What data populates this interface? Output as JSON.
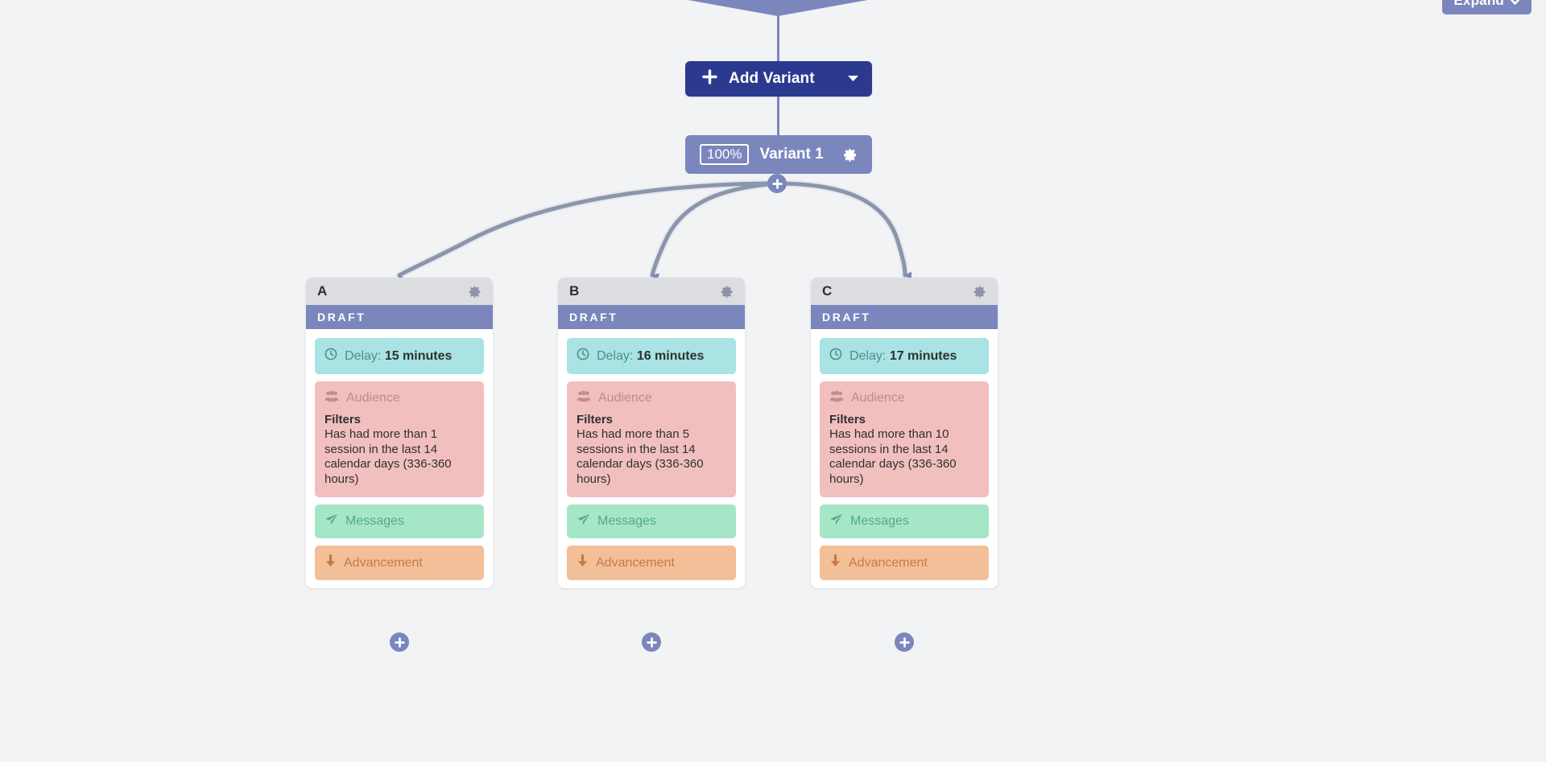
{
  "toolbar": {
    "expand_label": "Expand",
    "expand_icon": "chevron-down-icon"
  },
  "flow": {
    "add_variant": {
      "label": "Add Variant",
      "plus_icon": "plus-icon",
      "caret_icon": "chevron-down-icon",
      "color": "#2b3a8f"
    },
    "variant_node": {
      "percent": "100%",
      "name": "Variant 1",
      "gear_icon": "gear-icon",
      "plus_icon": "plus-icon",
      "color": "#7b86bd"
    },
    "connector_color": "#8a96ac",
    "arrow_color": "#7b86bd"
  },
  "cards": [
    {
      "letter": "A",
      "gear_icon": "gear-icon",
      "status": "DRAFT",
      "delay": {
        "icon": "clock-icon",
        "label": "Delay:",
        "value": "15 minutes",
        "color": "#a9e3e3"
      },
      "audience": {
        "icon": "people-icon",
        "label": "Audience",
        "filters_label": "Filters",
        "filters_text": "Has had more than 1 session in the last 14 calendar days (336-360 hours)",
        "color": "#f2bfbf"
      },
      "messages": {
        "icon": "paper-plane-icon",
        "label": "Messages",
        "color": "#a5e6c6"
      },
      "advancement": {
        "icon": "arrow-down-icon",
        "label": "Advancement",
        "color": "#f3bf99"
      },
      "add_step_icon": "plus-icon"
    },
    {
      "letter": "B",
      "gear_icon": "gear-icon",
      "status": "DRAFT",
      "delay": {
        "icon": "clock-icon",
        "label": "Delay:",
        "value": "16 minutes",
        "color": "#a9e3e3"
      },
      "audience": {
        "icon": "people-icon",
        "label": "Audience",
        "filters_label": "Filters",
        "filters_text": "Has had more than 5 sessions in the last 14 calendar days (336-360 hours)",
        "color": "#f2bfbf"
      },
      "messages": {
        "icon": "paper-plane-icon",
        "label": "Messages",
        "color": "#a5e6c6"
      },
      "advancement": {
        "icon": "arrow-down-icon",
        "label": "Advancement",
        "color": "#f3bf99"
      },
      "add_step_icon": "plus-icon"
    },
    {
      "letter": "C",
      "gear_icon": "gear-icon",
      "status": "DRAFT",
      "delay": {
        "icon": "clock-icon",
        "label": "Delay:",
        "value": "17 minutes",
        "color": "#a9e3e3"
      },
      "audience": {
        "icon": "people-icon",
        "label": "Audience",
        "filters_label": "Filters",
        "filters_text": "Has had more than 10 sessions in the last 14 calendar days (336-360 hours)",
        "color": "#f2bfbf"
      },
      "messages": {
        "icon": "paper-plane-icon",
        "label": "Messages",
        "color": "#a5e6c6"
      },
      "advancement": {
        "icon": "arrow-down-icon",
        "label": "Advancement",
        "color": "#f3bf99"
      },
      "add_step_icon": "plus-icon"
    }
  ]
}
